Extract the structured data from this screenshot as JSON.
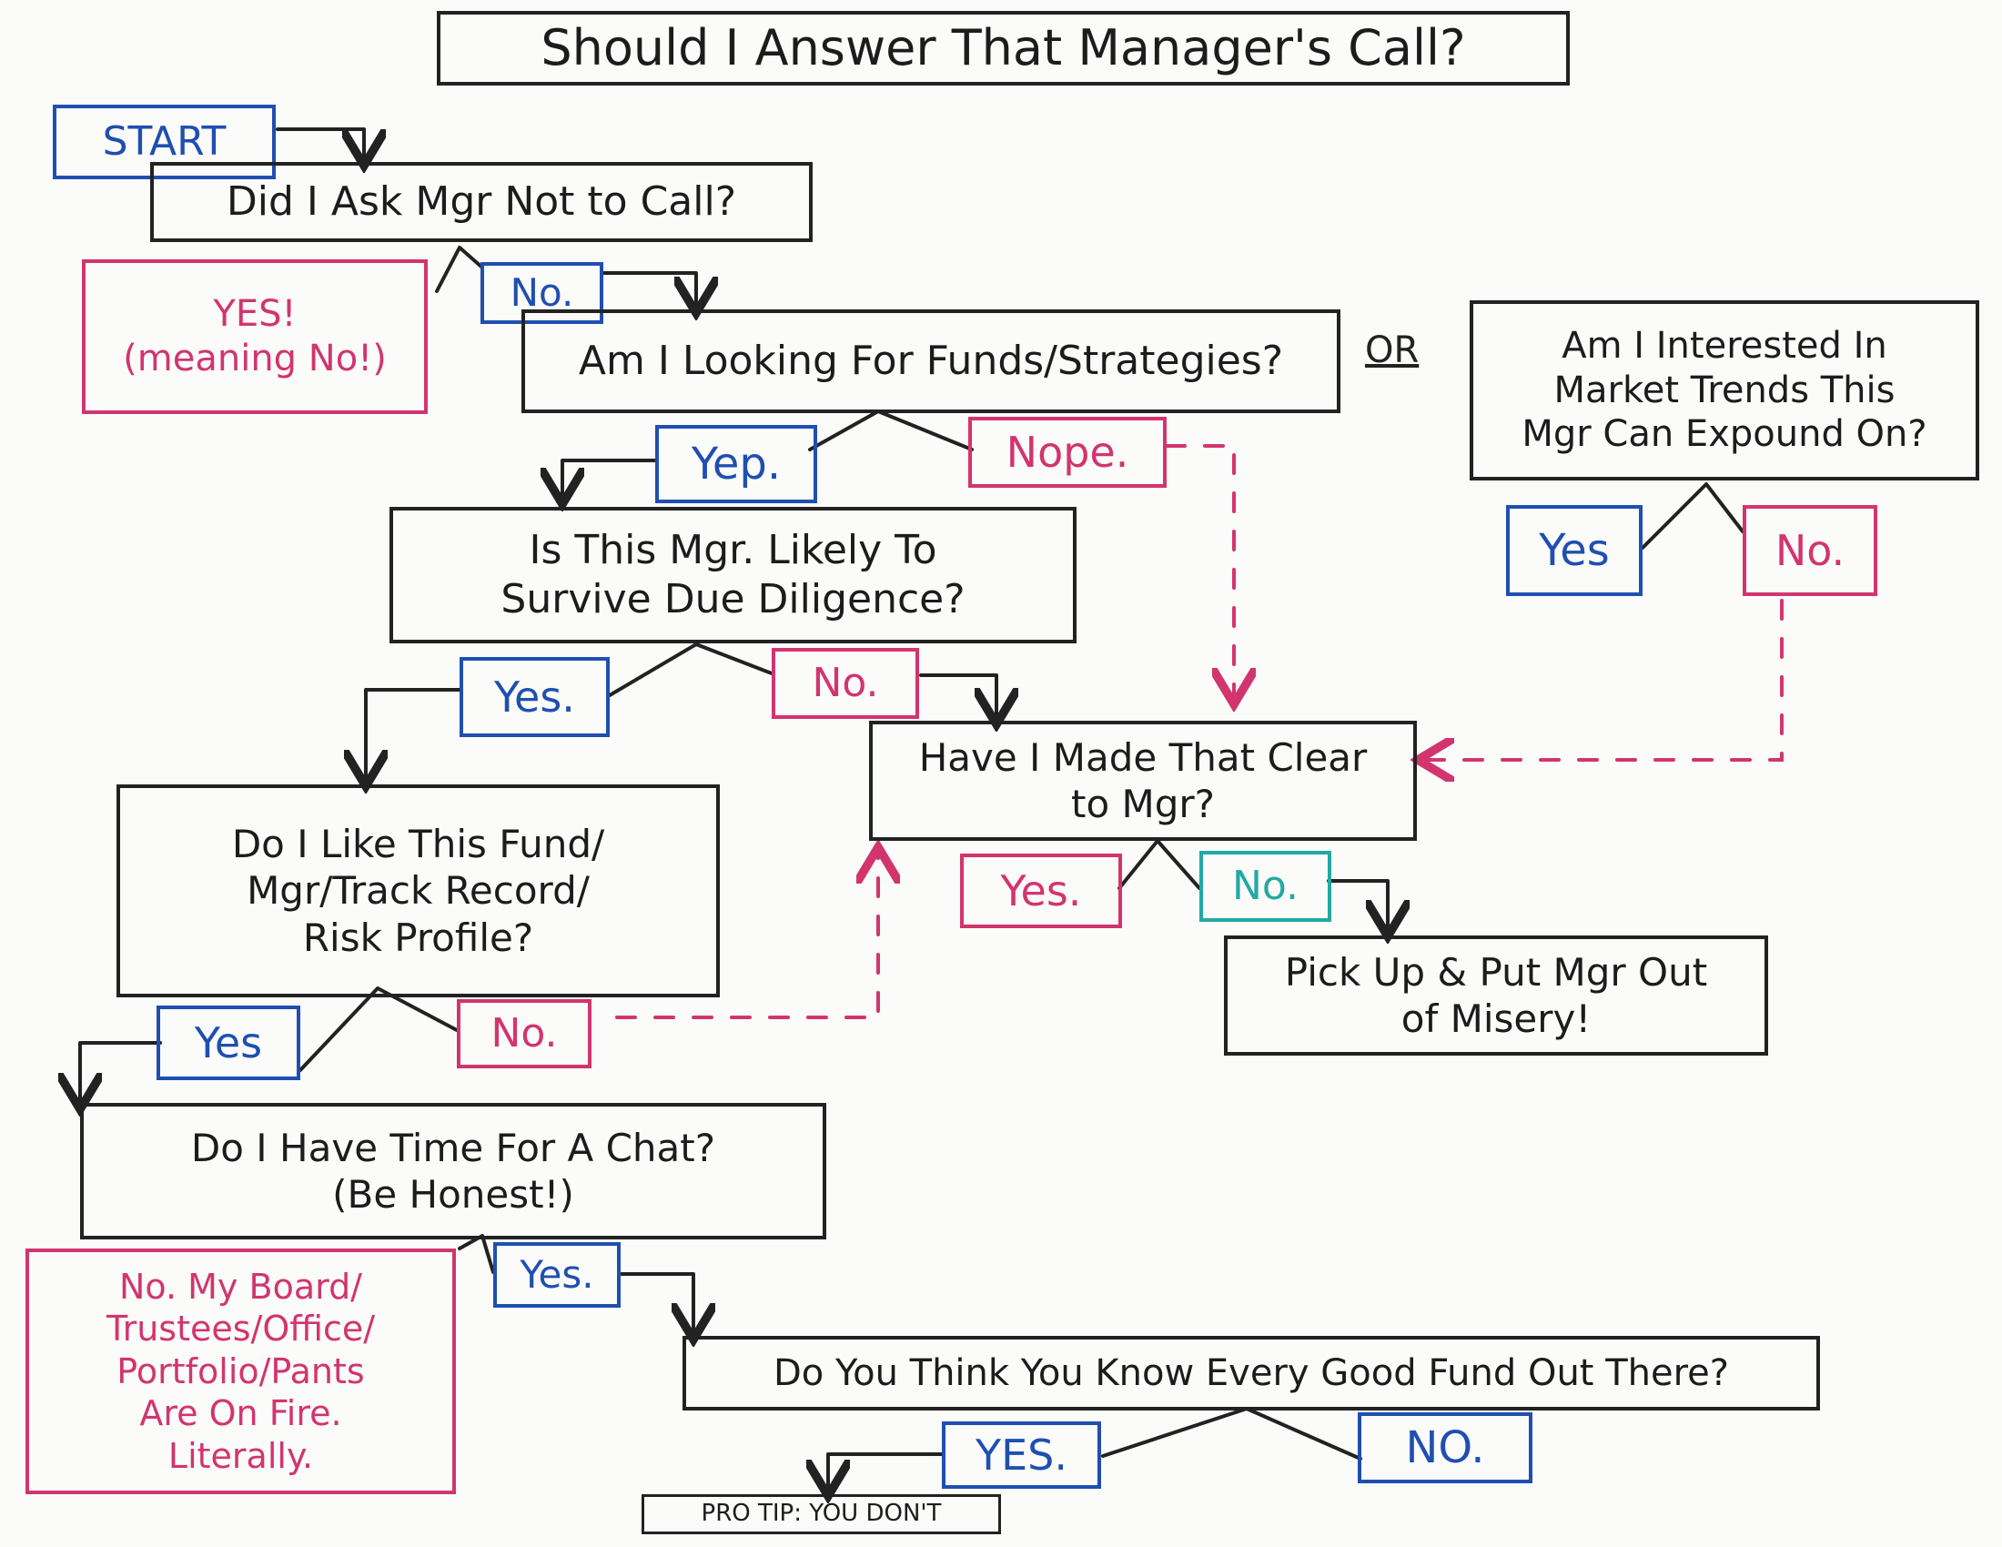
{
  "title": "Should I Answer That Manager's Call?",
  "start": "START",
  "q_asked_not_to_call": "Did I Ask Mgr Not to Call?",
  "a_yes_meaning_no": "YES!\n(meaning No!)",
  "a_no_1": "No.",
  "q_looking_for_funds": "Am I Looking For Funds/Strategies?",
  "or_label": "OR",
  "q_interested_trends": "Am I Interested In\nMarket Trends This\nMgr Can Expound On?",
  "a_yep": "Yep.",
  "a_nope": "Nope.",
  "a_trends_yes": "Yes",
  "a_trends_no": "No.",
  "q_survive_dd": "Is This Mgr. Likely To\nSurvive Due Diligence?",
  "a_dd_yes": "Yes.",
  "a_dd_no": "No.",
  "q_made_clear": "Have I Made That Clear\nto Mgr?",
  "a_clear_yes": "Yes.",
  "a_clear_no": "No.",
  "q_like_fund": "Do I Like This Fund/\nMgr/Track Record/\nRisk Profile?",
  "a_like_yes": "Yes",
  "a_like_no": "No.",
  "a_pick_up": "Pick Up & Put Mgr Out\nof Misery!",
  "q_have_time": "Do I Have Time For A Chat?\n(Be Honest!)",
  "a_time_no": "No. My Board/\nTrustees/Office/\nPortfolio/Pants\nAre On Fire.\nLiterally.",
  "a_time_yes": "Yes.",
  "q_know_every_fund": "Do You Think You Know Every Good Fund Out There?",
  "a_final_yes": "YES.",
  "a_final_no": "NO.",
  "pro_tip": "PRO TIP: YOU DON'T",
  "colors": {
    "ink": "#222222",
    "blue": "#1f4fb0",
    "pink": "#d2356e",
    "teal": "#23a9a5",
    "paper": "#fbfbfa"
  }
}
